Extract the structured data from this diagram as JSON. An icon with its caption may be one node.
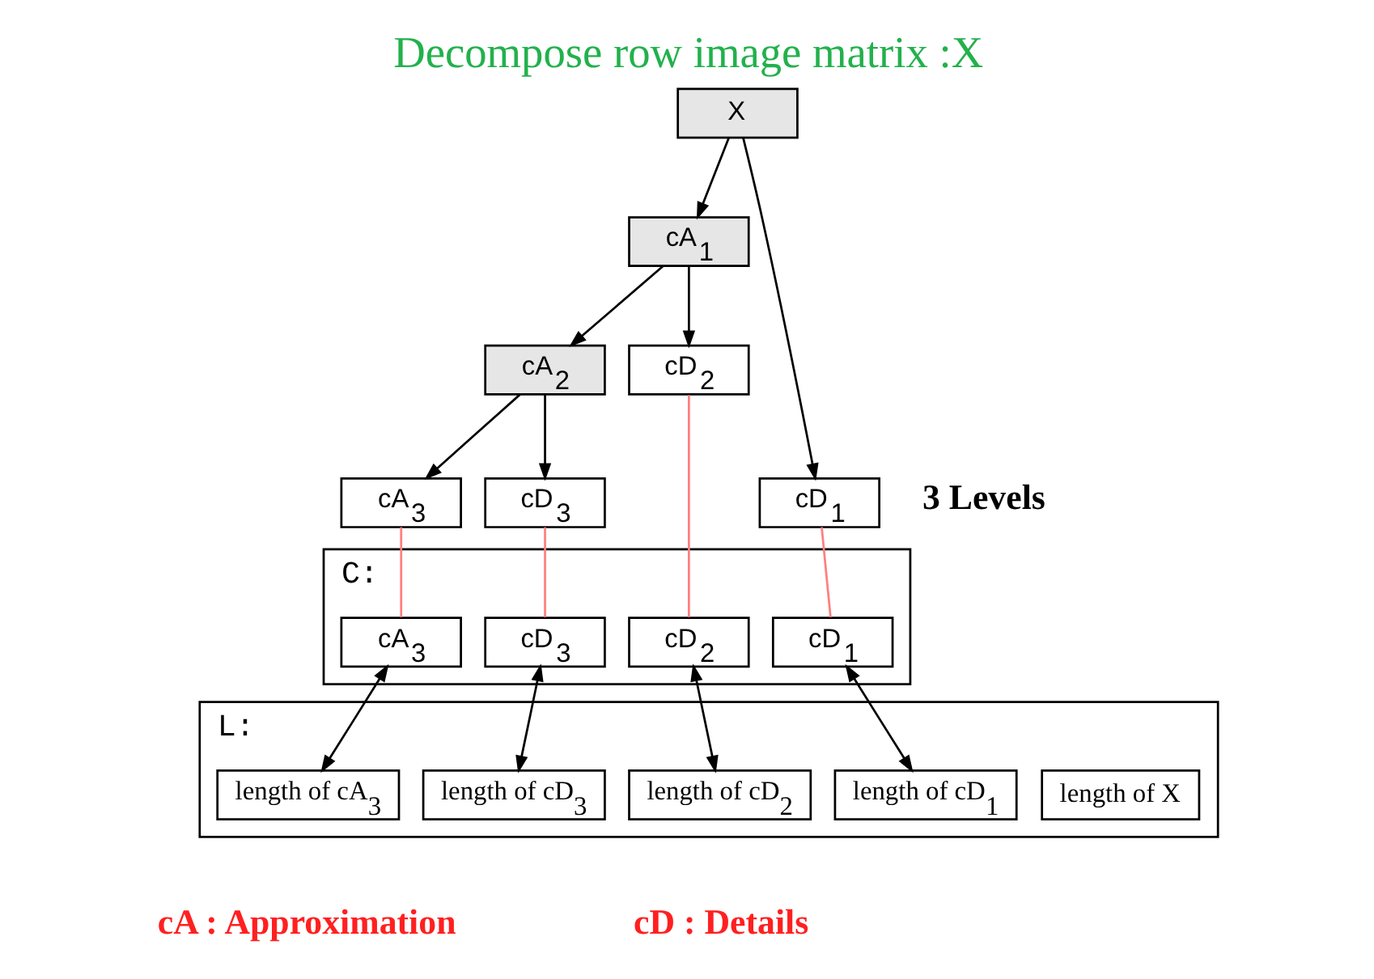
{
  "diagram": {
    "title": "Decompose row image matrix :X",
    "nodes": [
      {
        "text": [
          "X"
        ]
      },
      {
        "text": [
          "cA$_{1}$"
        ]
      },
      {
        "text": [
          "cD$_{1}$"
        ]
      },
      {
        "text": [
          "cA$_{2}$"
        ]
      },
      {
        "text": [
          "cD$_{2}$"
        ]
      },
      {
        "text": [
          "cA$_{3}$"
        ]
      },
      {
        "text": [
          "cD$_{3}$"
        ]
      },
      {
        "text": [
          "C:"
        ]
      },
      {
        "text": [
          "cA$_{3}$"
        ],
        "in": 7
      },
      {
        "text": [
          "cD$_{3}$"
        ],
        "in": 7
      },
      {
        "text": [
          "cD$_{2}$"
        ],
        "in": 7
      },
      {
        "text": [
          "cD$_{1}$"
        ],
        "in": 7
      },
      {
        "text": [
          "L:"
        ]
      },
      {
        "text": [
          "length of cA$_{3}$"
        ],
        "in": 12
      },
      {
        "text": [
          "length of cD$_{3}$"
        ],
        "in": 12
      },
      {
        "text": [
          "length of cD$_{2}$"
        ],
        "in": 12
      },
      {
        "text": [
          "length of cD$_{1}$"
        ],
        "in": 12
      },
      {
        "text": [
          "length of X"
        ],
        "in": 12
      }
    ],
    "edges": [
      {
        "from": 0,
        "to": 1,
        "arrow": "to"
      },
      {
        "from": 0,
        "to": 2,
        "arrow": "to"
      },
      {
        "from": 1,
        "to": 3,
        "arrow": "to"
      },
      {
        "from": 1,
        "to": 4,
        "arrow": "to"
      },
      {
        "from": 3,
        "to": 5,
        "arrow": "to"
      },
      {
        "from": 3,
        "to": 6,
        "arrow": "to"
      },
      {
        "from": 5,
        "to": 8,
        "arrow": "none",
        "color": "#ff7f7f"
      },
      {
        "from": 6,
        "to": 9,
        "arrow": "none",
        "color": "#ff7f7f"
      },
      {
        "from": 4,
        "to": 10,
        "arrow": "none",
        "color": "#ff7f7f"
      },
      {
        "from": 2,
        "to": 11,
        "arrow": "none",
        "color": "#ff7f7f"
      },
      {
        "from": 8,
        "to": 13,
        "arrow": "both"
      },
      {
        "from": 9,
        "to": 14,
        "arrow": "both"
      },
      {
        "from": 10,
        "to": 15,
        "arrow": "both"
      },
      {
        "from": 11,
        "to": 16,
        "arrow": "both"
      }
    ],
    "labels": [
      "3 Levels",
      "cA : Approximation",
      "cD : Details"
    ]
  }
}
